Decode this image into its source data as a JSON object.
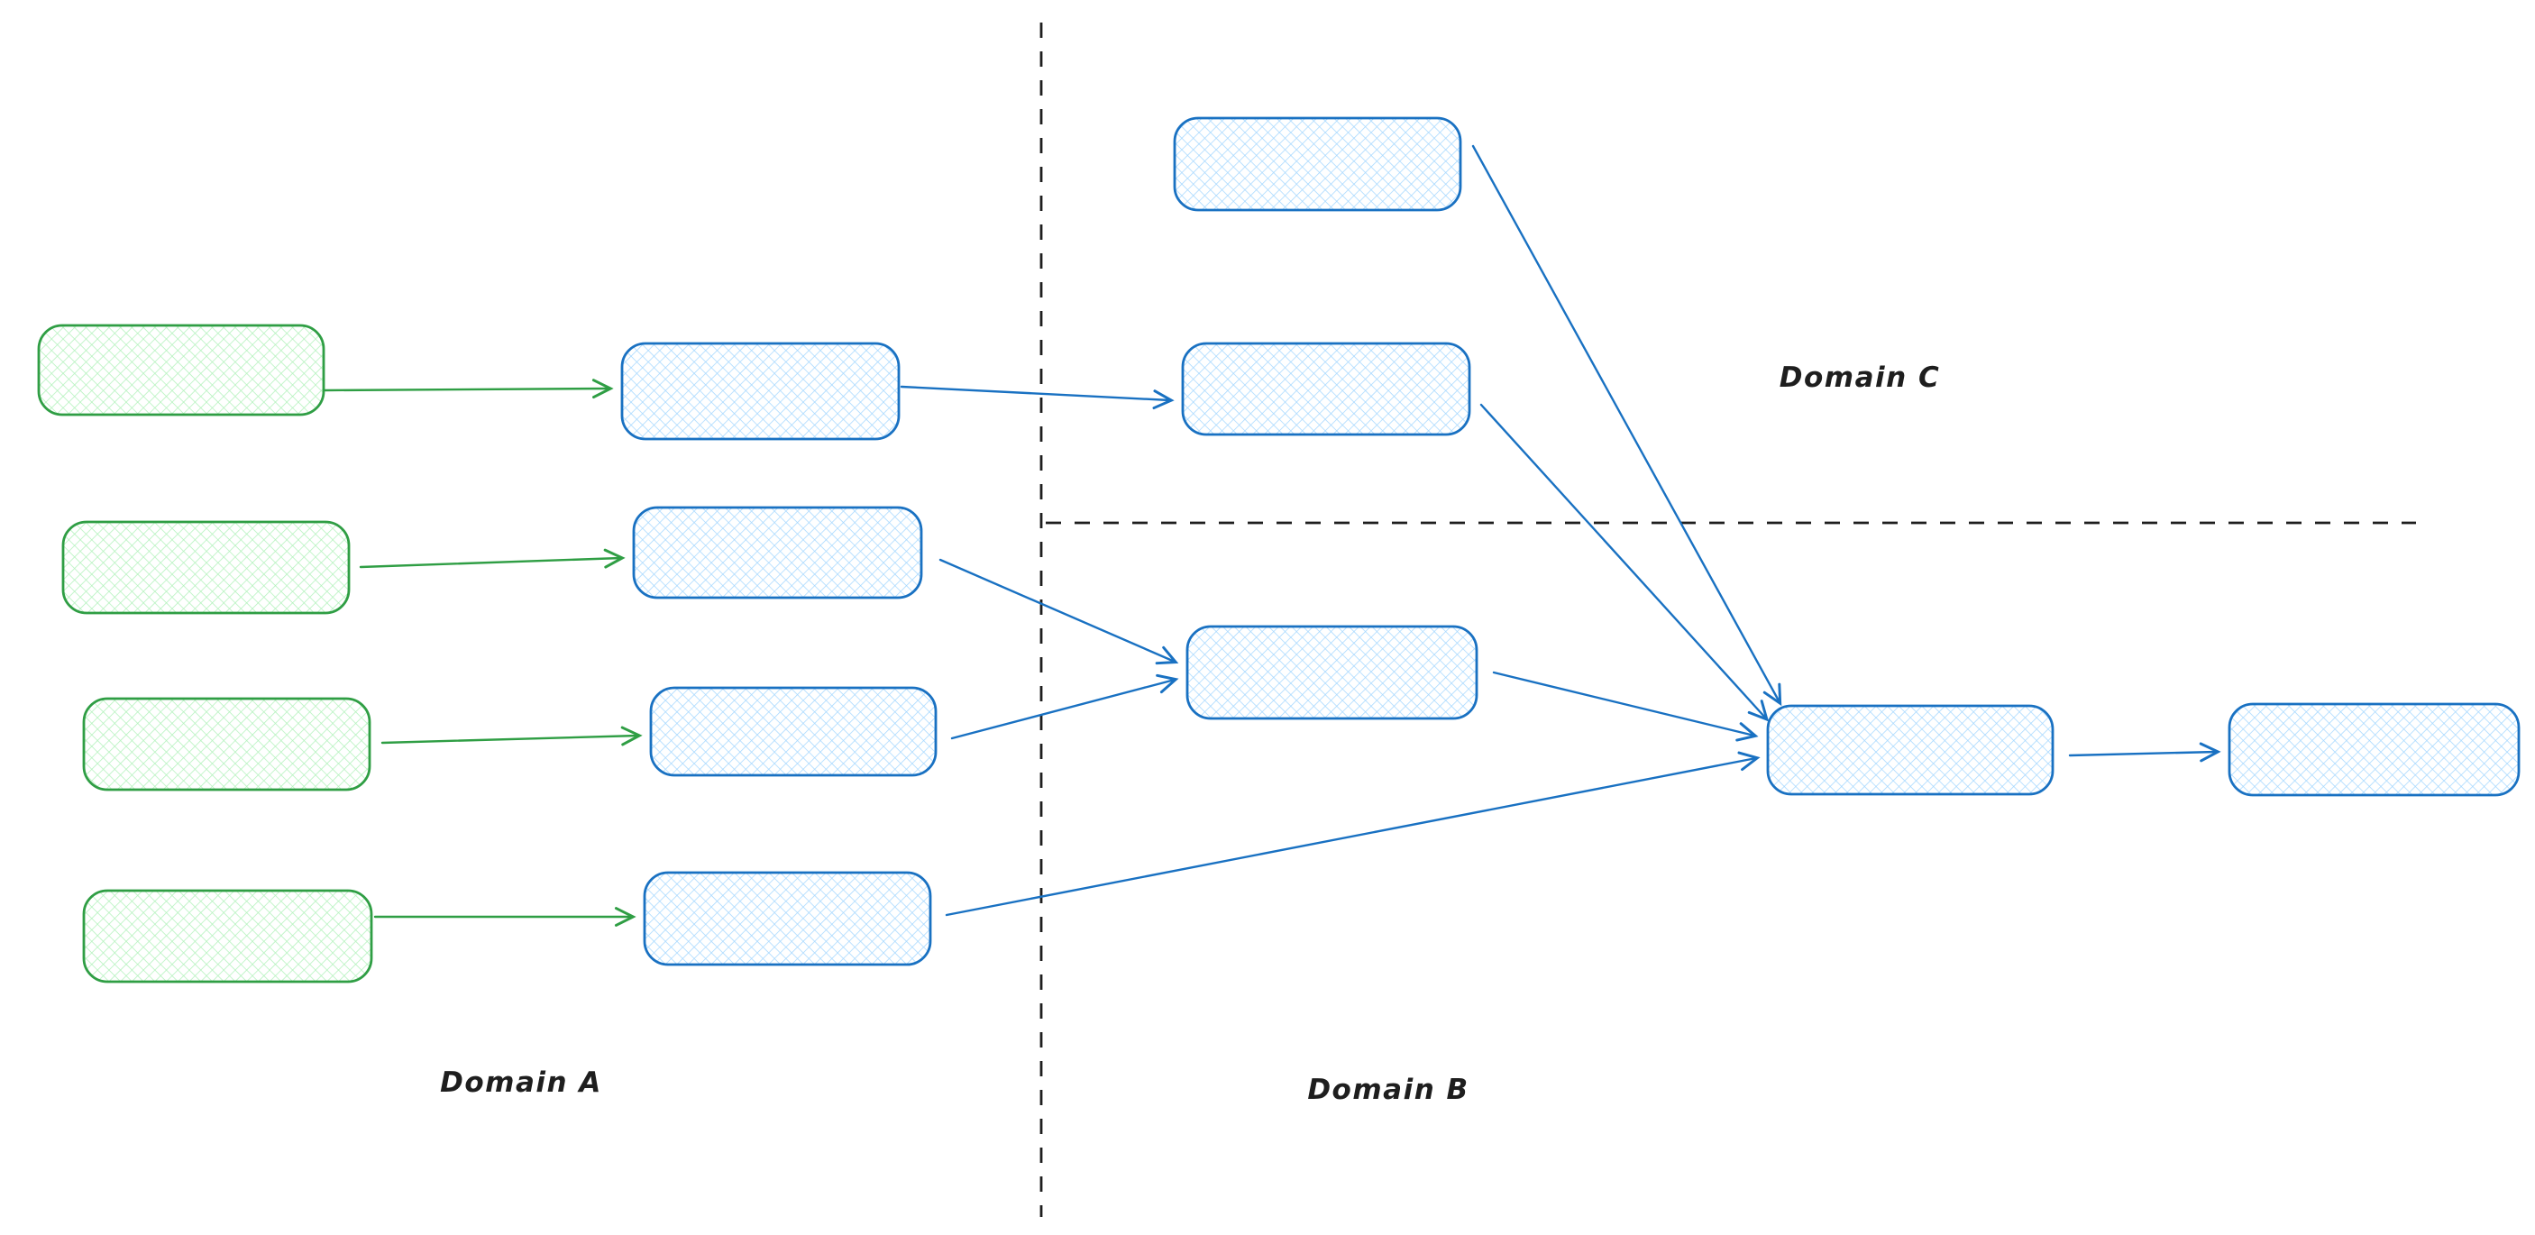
{
  "diagram": {
    "background": "#ffffff",
    "labels": {
      "domain_a": "Domain A",
      "domain_b": "Domain B",
      "domain_c": "Domain C"
    },
    "colors": {
      "green_node_stroke": "#2f9e44",
      "green_node_hatch_fill": "#b2f2bb",
      "blue_node_stroke": "#1971c2",
      "blue_node_hatch_fill": "#a5d8ff",
      "divider_dash": "#1e1e1e",
      "label_text": "#1e1e1e"
    },
    "structure": {
      "nodes": [
        {
          "id": "green-1",
          "region": "domain-a",
          "style": "green-hatch-rounded-rect",
          "text": ""
        },
        {
          "id": "green-2",
          "region": "domain-a",
          "style": "green-hatch-rounded-rect",
          "text": ""
        },
        {
          "id": "green-3",
          "region": "domain-a",
          "style": "green-hatch-rounded-rect",
          "text": ""
        },
        {
          "id": "green-4",
          "region": "domain-a",
          "style": "green-hatch-rounded-rect",
          "text": ""
        },
        {
          "id": "blue-a1",
          "region": "domain-a",
          "style": "blue-hatch-rounded-rect",
          "text": ""
        },
        {
          "id": "blue-a2",
          "region": "domain-a",
          "style": "blue-hatch-rounded-rect",
          "text": ""
        },
        {
          "id": "blue-a3",
          "region": "domain-a",
          "style": "blue-hatch-rounded-rect",
          "text": ""
        },
        {
          "id": "blue-a4",
          "region": "domain-a",
          "style": "blue-hatch-rounded-rect",
          "text": ""
        },
        {
          "id": "blue-c-top",
          "region": "domain-c",
          "style": "blue-hatch-rounded-rect",
          "text": ""
        },
        {
          "id": "blue-c-mid",
          "region": "domain-c",
          "style": "blue-hatch-rounded-rect",
          "text": ""
        },
        {
          "id": "blue-b-fanin",
          "region": "domain-b",
          "style": "blue-hatch-rounded-rect",
          "text": ""
        },
        {
          "id": "blue-b-converge",
          "region": "domain-b",
          "style": "blue-hatch-rounded-rect",
          "text": ""
        },
        {
          "id": "blue-b-final",
          "region": "domain-b",
          "style": "blue-hatch-rounded-rect",
          "text": ""
        }
      ],
      "edges": [
        {
          "from": "green-1",
          "to": "blue-a1",
          "color": "green"
        },
        {
          "from": "green-2",
          "to": "blue-a2",
          "color": "green"
        },
        {
          "from": "green-3",
          "to": "blue-a3",
          "color": "green"
        },
        {
          "from": "green-4",
          "to": "blue-a4",
          "color": "green"
        },
        {
          "from": "blue-a1",
          "to": "blue-c-mid",
          "color": "blue"
        },
        {
          "from": "blue-a2",
          "to": "blue-b-fanin",
          "color": "blue"
        },
        {
          "from": "blue-a3",
          "to": "blue-b-fanin",
          "color": "blue"
        },
        {
          "from": "blue-a4",
          "to": "blue-b-converge",
          "color": "blue"
        },
        {
          "from": "blue-c-top",
          "to": "blue-b-converge",
          "color": "blue"
        },
        {
          "from": "blue-c-mid",
          "to": "blue-b-converge",
          "color": "blue"
        },
        {
          "from": "blue-b-fanin",
          "to": "blue-b-converge",
          "color": "blue"
        },
        {
          "from": "blue-b-converge",
          "to": "blue-b-final",
          "color": "blue"
        }
      ],
      "dividers": [
        {
          "id": "vertical-divider",
          "orientation": "vertical"
        },
        {
          "id": "horizontal-divider",
          "orientation": "horizontal"
        }
      ]
    }
  }
}
